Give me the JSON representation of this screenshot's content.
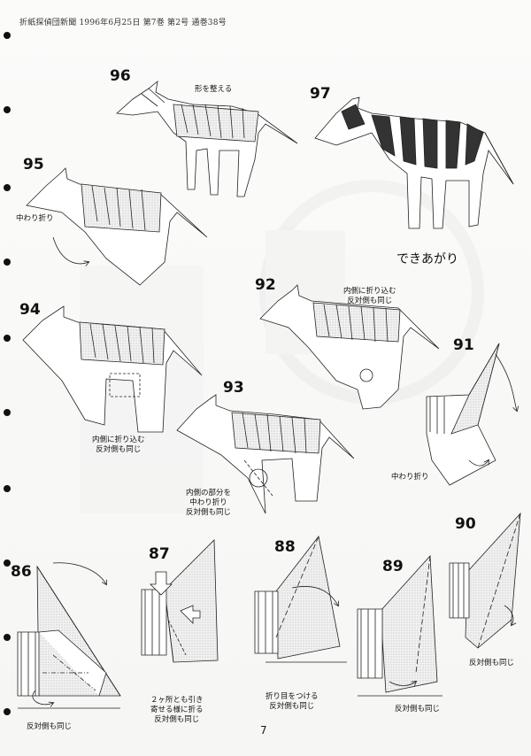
{
  "header": {
    "text": "折紙探偵団新聞 1996年6月25日 第7巻 第2号 通巻38号"
  },
  "steps": [
    {
      "id": "96",
      "number": "96",
      "caption": "形を整える"
    },
    {
      "id": "97",
      "number": "97",
      "caption": "できあがり"
    },
    {
      "id": "95",
      "number": "95",
      "caption": "中わり折り"
    },
    {
      "id": "94",
      "number": "94",
      "caption": "内側に折り込む\n反対側も同じ"
    },
    {
      "id": "92",
      "number": "92",
      "caption": "内側に折り込む\n反対側も同じ"
    },
    {
      "id": "93",
      "number": "93",
      "caption": "内側の部分を\n中わり折り\n反対側も同じ"
    },
    {
      "id": "91",
      "number": "91",
      "caption": "中わり折り"
    },
    {
      "id": "86",
      "number": "86",
      "caption": "反対側も同じ"
    },
    {
      "id": "87",
      "number": "87",
      "caption": "２ヶ所とも引き\n寄せる様に折る\n反対側も同じ"
    },
    {
      "id": "88",
      "number": "88",
      "caption": "折り目をつける\n反対側も同じ"
    },
    {
      "id": "89",
      "number": "89",
      "caption": "反対側も同じ"
    },
    {
      "id": "90",
      "number": "90",
      "caption": "反対側も同じ"
    }
  ],
  "page_number": "7"
}
